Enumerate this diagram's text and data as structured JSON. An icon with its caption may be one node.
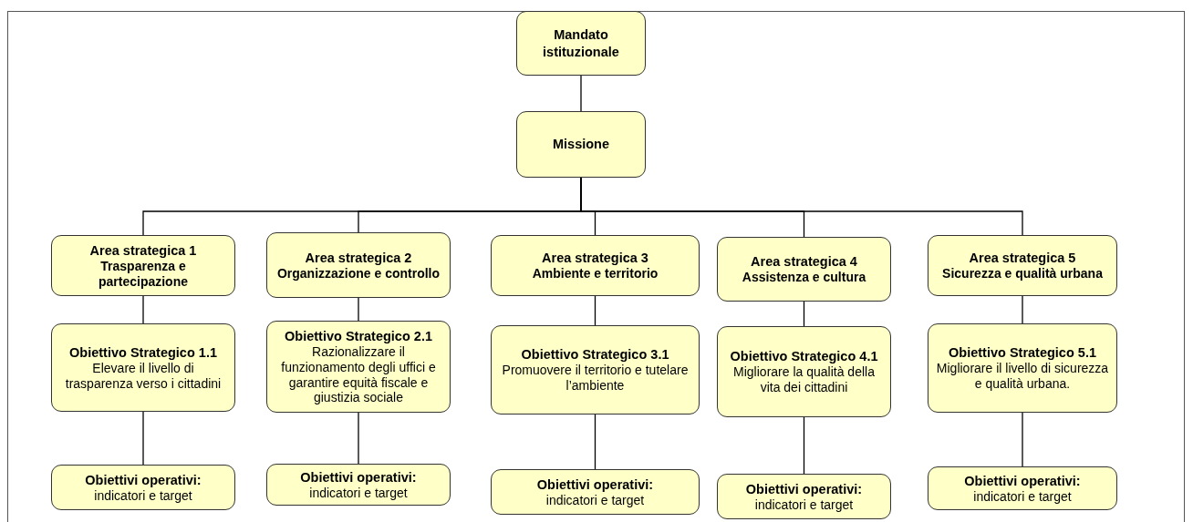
{
  "diagram": {
    "nodes": [
      {
        "text": [
          "Mandato istituzionale"
        ]
      },
      {
        "text": [
          "Missione"
        ]
      },
      {
        "text": [
          "Area strategica 1",
          "Trasparenza e partecipazione"
        ]
      },
      {
        "text": [
          "Area strategica 2",
          "Organizzazione e controllo"
        ]
      },
      {
        "text": [
          "Area strategica 3",
          "Ambiente e territorio"
        ]
      },
      {
        "text": [
          "Area strategica 4",
          "Assistenza e cultura"
        ]
      },
      {
        "text": [
          "Area strategica 5",
          "Sicurezza e qualità urbana"
        ]
      },
      {
        "text": [
          "Obiettivo Strategico 1.1",
          "Elevare il livello di trasparenza verso i cittadini"
        ]
      },
      {
        "text": [
          "Obiettivo Strategico 2.1",
          "Razionalizzare il funzionamento degli uffici e garantire equità fiscale e giustizia  sociale"
        ]
      },
      {
        "text": [
          "Obiettivo Strategico 3.1",
          "Promuovere il territorio e tutelare l’ambiente"
        ]
      },
      {
        "text": [
          "Obiettivo Strategico 4.1",
          "Migliorare la qualità della vita dei cittadini"
        ]
      },
      {
        "text": [
          "Obiettivo Strategico 5.1",
          "Migliorare il livello di sicurezza e qualità urbana."
        ]
      },
      {
        "text": [
          "**Obiettivi operativi**:",
          "indicatori e target"
        ]
      },
      {
        "text": [
          "**Obiettivi operativi**:",
          "indicatori e target"
        ]
      },
      {
        "text": [
          "**Obiettivi operativi**:",
          "indicatori e target"
        ]
      },
      {
        "text": [
          "**Obiettivi operativi**:",
          "indicatori e target"
        ]
      },
      {
        "text": [
          "**Obiettivi operativi**:",
          "indicatori e target"
        ]
      }
    ],
    "edges": [
      {
        "from": 0,
        "to": 1,
        "arrow": "none"
      },
      {
        "from": 1,
        "to": 2,
        "arrow": "none"
      },
      {
        "from": 1,
        "to": 3,
        "arrow": "none"
      },
      {
        "from": 1,
        "to": 4,
        "arrow": "none"
      },
      {
        "from": 1,
        "to": 5,
        "arrow": "none"
      },
      {
        "from": 1,
        "to": 6,
        "arrow": "none"
      },
      {
        "from": 2,
        "to": 7,
        "arrow": "none"
      },
      {
        "from": 3,
        "to": 8,
        "arrow": "none"
      },
      {
        "from": 4,
        "to": 9,
        "arrow": "none"
      },
      {
        "from": 5,
        "to": 10,
        "arrow": "none"
      },
      {
        "from": 6,
        "to": 11,
        "arrow": "none"
      },
      {
        "from": 7,
        "to": 12,
        "arrow": "none"
      },
      {
        "from": 8,
        "to": 13,
        "arrow": "none"
      },
      {
        "from": 9,
        "to": 14,
        "arrow": "none"
      },
      {
        "from": 10,
        "to": 15,
        "arrow": "none"
      },
      {
        "from": 11,
        "to": 16,
        "arrow": "none"
      }
    ]
  }
}
